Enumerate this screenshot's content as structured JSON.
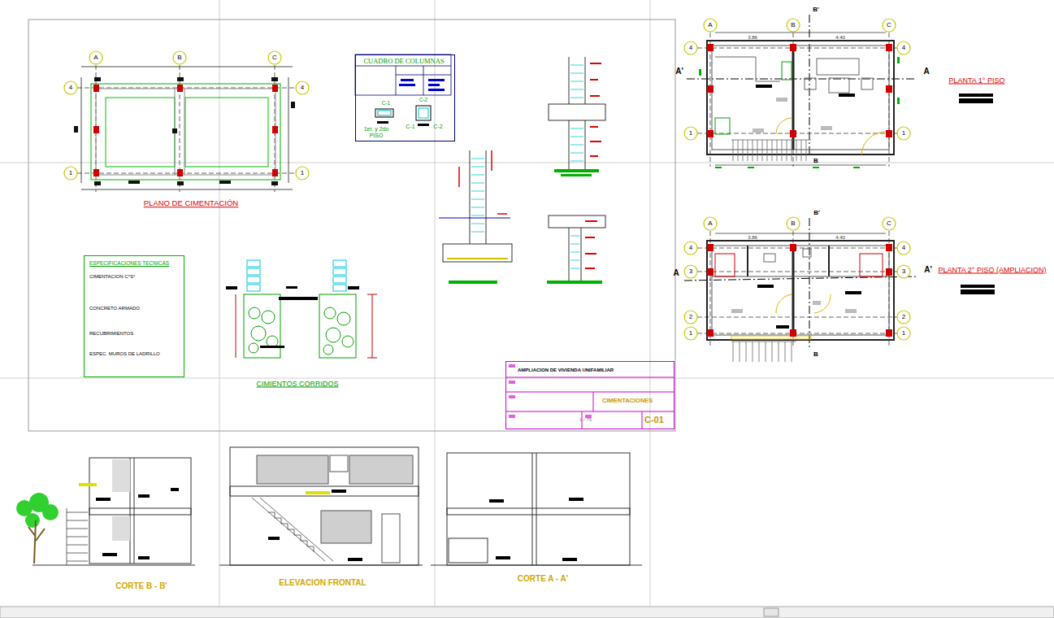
{
  "diagram": {
    "nodes": [
      {
        "text": [
          "CUADRO DE COLUMNAS",
          "C-1",
          "C-2",
          "1er. y 2do PISO"
        ]
      },
      {
        "text": [
          "ESPECIFICACIONES TECNICAS",
          "CIMENTACION C°S°",
          "CONCRETO ARMADO",
          "RECUBRIMIENTOS",
          "ESPEC. MUROS DE LADRILLO"
        ]
      },
      {
        "text": [
          "AMPLIACION DE VIVIENDA UNIFAMILIAR",
          "CIMENTACIONES",
          "1 / 75",
          "C-01"
        ]
      }
    ],
    "labels": [
      "A",
      "B",
      "C",
      "4",
      "4",
      "1",
      "1",
      "PLANO DE CIMENTACIÓN",
      "C-1",
      "C-2",
      "CIMIENTOS CORRIDOS",
      "A",
      "B",
      "C",
      "4",
      "4",
      "1",
      "1",
      "3.86",
      "4.40",
      "A'",
      "A",
      "B'",
      "B",
      "PLANTA 1° PISO",
      "A",
      "B",
      "C",
      "4",
      "4",
      "3",
      "3",
      "2",
      "2",
      "1",
      "1",
      "3.86",
      "4.40",
      "A",
      "A'",
      "B'",
      "B",
      "PLANTA 2° PISO (AMPLIACION)",
      "CORTE  B - B'",
      "ELEVACION FRONTAL",
      "CORTE  A - A'"
    ]
  }
}
